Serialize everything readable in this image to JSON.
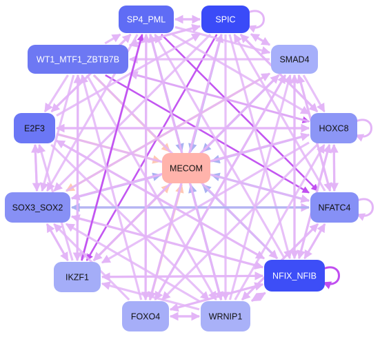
{
  "colors": {
    "edge_pink": "#e3b5f7",
    "edge_magenta": "#c04ef0",
    "edge_blue": "#a9b2f2",
    "edge_peach": "#ffc8b4",
    "center_fill": "#ffb3ab"
  },
  "nodes": [
    {
      "id": "SP4_PML",
      "label": "SP4_PML",
      "fill": "#5f6cf5",
      "text": "#ffffff"
    },
    {
      "id": "SPIC",
      "label": "SPIC",
      "fill": "#3a4bf8",
      "text": "#ffffff"
    },
    {
      "id": "WT1_MTF1_ZBTB7B",
      "label": "WT1_MTF1_ZBTB7B",
      "fill": "#6d78f3",
      "text": "#ffffff"
    },
    {
      "id": "SMAD4",
      "label": "SMAD4",
      "fill": "#a6affa",
      "text": "#111111"
    },
    {
      "id": "E2F3",
      "label": "E2F3",
      "fill": "#6b77f5",
      "text": "#111111"
    },
    {
      "id": "HOXC8",
      "label": "HOXC8",
      "fill": "#8c96f6",
      "text": "#111111"
    },
    {
      "id": "MECOM",
      "label": "MECOM",
      "fill": "#ffb3ab",
      "text": "#111111"
    },
    {
      "id": "SOX3_SOX2",
      "label": "SOX3_SOX2",
      "fill": "#8790f5",
      "text": "#111111"
    },
    {
      "id": "NFATC4",
      "label": "NFATC4",
      "fill": "#8690f6",
      "text": "#111111"
    },
    {
      "id": "IKZF1",
      "label": "IKZF1",
      "fill": "#a4adf8",
      "text": "#111111"
    },
    {
      "id": "NFIX_NFIB",
      "label": "NFIX_NFIB",
      "fill": "#3d4ef7",
      "text": "#ffffff"
    },
    {
      "id": "FOXO4",
      "label": "FOXO4",
      "fill": "#a6aef8",
      "text": "#111111"
    },
    {
      "id": "WRNIP1",
      "label": "WRNIP1",
      "fill": "#a9b1f8",
      "text": "#111111"
    }
  ],
  "self_loops": [
    "SPIC",
    "HOXC8",
    "NFATC4",
    "NFIX_NFIB"
  ],
  "edges": [
    [
      "SP4_PML",
      "SPIC",
      "pink"
    ],
    [
      "SPIC",
      "SP4_PML",
      "pink"
    ],
    [
      "SP4_PML",
      "MECOM",
      "blue"
    ],
    [
      "SPIC",
      "MECOM",
      "blue"
    ],
    [
      "SMAD4",
      "MECOM",
      "blue"
    ],
    [
      "HOXC8",
      "MECOM",
      "blue"
    ],
    [
      "NFATC4",
      "MECOM",
      "blue"
    ],
    [
      "NFIX_NFIB",
      "MECOM",
      "blue"
    ],
    [
      "WRNIP1",
      "MECOM",
      "blue"
    ],
    [
      "SOX3_SOX2",
      "MECOM",
      "blue"
    ],
    [
      "E2F3",
      "MECOM",
      "peach"
    ],
    [
      "WT1_MTF1_ZBTB7B",
      "MECOM",
      "peach"
    ],
    [
      "FOXO4",
      "MECOM",
      "peach"
    ],
    [
      "IKZF1",
      "MECOM",
      "peach"
    ],
    [
      "SP4_PML",
      "NFATC4",
      "magenta"
    ],
    [
      "SPIC",
      "IKZF1",
      "magenta"
    ],
    [
      "WT1_MTF1_ZBTB7B",
      "NFATC4",
      "magenta"
    ],
    [
      "SMAD4",
      "SOX3_SOX2",
      "peach"
    ],
    [
      "HOXC8",
      "SOX3_SOX2",
      "pink"
    ],
    [
      "NFIX_NFIB",
      "SOX3_SOX2",
      "pink"
    ],
    [
      "SPIC",
      "SOX3_SOX2",
      "pink"
    ],
    [
      "SP4_PML",
      "SOX3_SOX2",
      "pink"
    ],
    [
      "SP4_PML",
      "E2F3",
      "pink"
    ],
    [
      "SPIC",
      "WT1_MTF1_ZBTB7B",
      "pink"
    ],
    [
      "SPIC",
      "HOXC8",
      "pink"
    ],
    [
      "SPIC",
      "NFIX_NFIB",
      "pink"
    ],
    [
      "SPIC",
      "WRNIP1",
      "pink"
    ],
    [
      "SPIC",
      "FOXO4",
      "pink"
    ],
    [
      "SP4_PML",
      "IKZF1",
      "pink"
    ],
    [
      "SP4_PML",
      "FOXO4",
      "pink"
    ],
    [
      "SP4_PML",
      "WRNIP1",
      "pink"
    ],
    [
      "SP4_PML",
      "HOXC8",
      "pink"
    ],
    [
      "SP4_PML",
      "SMAD4",
      "pink"
    ],
    [
      "SPIC",
      "SMAD4",
      "pink"
    ],
    [
      "WT1_MTF1_ZBTB7B",
      "SPIC",
      "pink"
    ],
    [
      "WT1_MTF1_ZBTB7B",
      "SP4_PML",
      "pink"
    ],
    [
      "WT1_MTF1_ZBTB7B",
      "E2F3",
      "pink"
    ],
    [
      "WT1_MTF1_ZBTB7B",
      "HOXC8",
      "magenta"
    ],
    [
      "WT1_MTF1_ZBTB7B",
      "SOX3_SOX2",
      "pink"
    ],
    [
      "WT1_MTF1_ZBTB7B",
      "NFIX_NFIB",
      "pink"
    ],
    [
      "WT1_MTF1_ZBTB7B",
      "WRNIP1",
      "pink"
    ],
    [
      "WT1_MTF1_ZBTB7B",
      "IKZF1",
      "pink"
    ],
    [
      "E2F3",
      "NFATC4",
      "pink"
    ],
    [
      "E2F3",
      "NFIX_NFIB",
      "pink"
    ],
    [
      "E2F3",
      "SOX3_SOX2",
      "pink"
    ],
    [
      "E2F3",
      "HOXC8",
      "pink"
    ],
    [
      "E2F3",
      "WRNIP1",
      "pink"
    ],
    [
      "E2F3",
      "SPIC",
      "pink"
    ],
    [
      "SMAD4",
      "HOXC8",
      "pink"
    ],
    [
      "SMAD4",
      "NFIX_NFIB",
      "pink"
    ],
    [
      "SMAD4",
      "NFATC4",
      "pink"
    ],
    [
      "SMAD4",
      "IKZF1",
      "pink"
    ],
    [
      "SMAD4",
      "FOXO4",
      "pink"
    ],
    [
      "SMAD4",
      "WT1_MTF1_ZBTB7B",
      "pink"
    ],
    [
      "HOXC8",
      "NFATC4",
      "pink"
    ],
    [
      "NFATC4",
      "HOXC8",
      "pink"
    ],
    [
      "HOXC8",
      "NFIX_NFIB",
      "pink"
    ],
    [
      "HOXC8",
      "FOXO4",
      "pink"
    ],
    [
      "HOXC8",
      "IKZF1",
      "pink"
    ],
    [
      "HOXC8",
      "E2F3",
      "pink"
    ],
    [
      "HOXC8",
      "WT1_MTF1_ZBTB7B",
      "pink"
    ],
    [
      "HOXC8",
      "SPIC",
      "pink"
    ],
    [
      "SOX3_SOX2",
      "NFATC4",
      "pink"
    ],
    [
      "SOX3_SOX2",
      "NFIX_NFIB",
      "pink"
    ],
    [
      "SOX3_SOX2",
      "IKZF1",
      "pink"
    ],
    [
      "SOX3_SOX2",
      "E2F3",
      "pink"
    ],
    [
      "SOX3_SOX2",
      "SMAD4",
      "pink"
    ],
    [
      "SOX3_SOX2",
      "HOXC8",
      "pink"
    ],
    [
      "NFATC4",
      "SOX3_SOX2",
      "blue"
    ],
    [
      "NFATC4",
      "NFIX_NFIB",
      "pink"
    ],
    [
      "NFATC4",
      "WRNIP1",
      "pink"
    ],
    [
      "NFATC4",
      "SMAD4",
      "pink"
    ],
    [
      "NFATC4",
      "SPIC",
      "pink"
    ],
    [
      "IKZF1",
      "NFIX_NFIB",
      "pink"
    ],
    [
      "IKZF1",
      "SOX3_SOX2",
      "pink"
    ],
    [
      "IKZF1",
      "SP4_PML",
      "magenta"
    ],
    [
      "IKZF1",
      "WT1_MTF1_ZBTB7B",
      "pink"
    ],
    [
      "IKZF1",
      "E2F3",
      "pink"
    ],
    [
      "IKZF1",
      "SMAD4",
      "pink"
    ],
    [
      "NFIX_NFIB",
      "FOXO4",
      "pink"
    ],
    [
      "NFIX_NFIB",
      "WRNIP1",
      "pink"
    ],
    [
      "NFIX_NFIB",
      "IKZF1",
      "pink"
    ],
    [
      "NFIX_NFIB",
      "HOXC8",
      "pink"
    ],
    [
      "NFIX_NFIB",
      "NFATC4",
      "pink"
    ],
    [
      "NFIX_NFIB",
      "SMAD4",
      "pink"
    ],
    [
      "NFIX_NFIB",
      "E2F3",
      "pink"
    ],
    [
      "NFIX_NFIB",
      "SP4_PML",
      "pink"
    ],
    [
      "FOXO4",
      "WRNIP1",
      "pink"
    ],
    [
      "WRNIP1",
      "FOXO4",
      "pink"
    ],
    [
      "FOXO4",
      "SOX3_SOX2",
      "pink"
    ],
    [
      "FOXO4",
      "SPIC",
      "pink"
    ],
    [
      "FOXO4",
      "SMAD4",
      "pink"
    ],
    [
      "FOXO4",
      "NFIX_NFIB",
      "pink"
    ],
    [
      "FOXO4",
      "WT1_MTF1_ZBTB7B",
      "pink"
    ],
    [
      "WRNIP1",
      "IKZF1",
      "pink"
    ],
    [
      "WRNIP1",
      "SOX3_SOX2",
      "pink"
    ],
    [
      "WRNIP1",
      "NFATC4",
      "pink"
    ],
    [
      "WRNIP1",
      "HOXC8",
      "pink"
    ],
    [
      "WRNIP1",
      "SP4_PML",
      "pink"
    ],
    [
      "WRNIP1",
      "SMAD4",
      "pink"
    ],
    [
      "WRNIP1",
      "NFIX_NFIB",
      "pink"
    ],
    [
      "SMAD4",
      "SPIC",
      "pink"
    ],
    [
      "E2F3",
      "SP4_PML",
      "pink"
    ],
    [
      "FOXO4",
      "SP4_PML",
      "pink"
    ]
  ]
}
